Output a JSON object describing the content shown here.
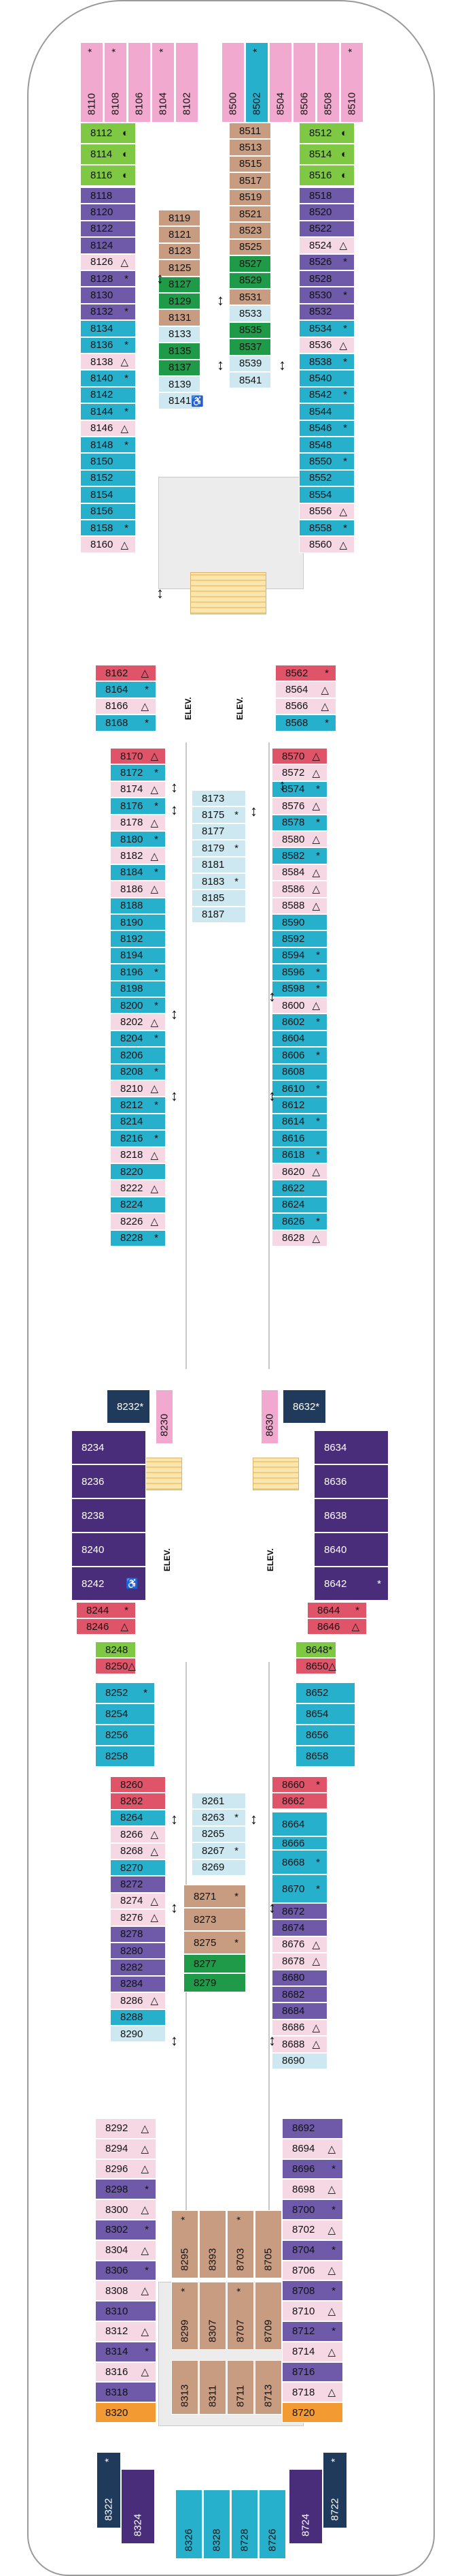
{
  "colors": {
    "pink": "#f2a9cf",
    "green": "#7ec843",
    "purple": "#6e5aa8",
    "tan": "#c89c80",
    "teal": "#27b0cc",
    "lightblue": "#cde8f0",
    "light": "#f5d8e4",
    "red": "#e0546a",
    "dkgreen": "#1f9a48",
    "navy": "#1f3a5a",
    "orange": "#f39a33",
    "dkpurple": "#4a2d7a"
  },
  "icon_names": {
    "*": "star-icon",
    "△": "triangle-icon",
    "♿": "accessible-icon",
    "◐": "connecting-icon"
  },
  "labels": {
    "elevator": "ELEV."
  },
  "cabins": [
    {
      "n": "8110",
      "c": "pink",
      "v": true,
      "m": "*"
    },
    {
      "n": "8108",
      "c": "pink",
      "v": true,
      "m": "*"
    },
    {
      "n": "8106",
      "c": "pink",
      "v": true
    },
    {
      "n": "8104",
      "c": "pink",
      "v": true,
      "m": "*"
    },
    {
      "n": "8102",
      "c": "pink",
      "v": true
    },
    {
      "n": "8500",
      "c": "pink",
      "v": true
    },
    {
      "n": "8502",
      "c": "teal",
      "v": true,
      "m": "*"
    },
    {
      "n": "8504",
      "c": "pink",
      "v": true
    },
    {
      "n": "8506",
      "c": "pink",
      "v": true
    },
    {
      "n": "8508",
      "c": "pink",
      "v": true
    },
    {
      "n": "8510",
      "c": "pink",
      "v": true,
      "m": "*"
    },
    {
      "n": "8112",
      "c": "green",
      "m": "◐"
    },
    {
      "n": "8114",
      "c": "green",
      "m": "◐"
    },
    {
      "n": "8116",
      "c": "green",
      "m": "◐"
    },
    {
      "n": "8118",
      "c": "purple"
    },
    {
      "n": "8120",
      "c": "purple"
    },
    {
      "n": "8122",
      "c": "purple"
    },
    {
      "n": "8124",
      "c": "purple"
    },
    {
      "n": "8126",
      "c": "light",
      "m": "△"
    },
    {
      "n": "8128",
      "c": "purple",
      "m": "*"
    },
    {
      "n": "8130",
      "c": "purple"
    },
    {
      "n": "8132",
      "c": "purple",
      "m": "*"
    },
    {
      "n": "8134",
      "c": "teal"
    },
    {
      "n": "8136",
      "c": "teal",
      "m": "*"
    },
    {
      "n": "8138",
      "c": "light",
      "m": "△"
    },
    {
      "n": "8140",
      "c": "teal",
      "m": "*"
    },
    {
      "n": "8142",
      "c": "teal"
    },
    {
      "n": "8144",
      "c": "teal",
      "m": "*"
    },
    {
      "n": "8146",
      "c": "light",
      "m": "△"
    },
    {
      "n": "8148",
      "c": "teal",
      "m": "*"
    },
    {
      "n": "8150",
      "c": "teal"
    },
    {
      "n": "8152",
      "c": "teal"
    },
    {
      "n": "8154",
      "c": "teal"
    },
    {
      "n": "8156",
      "c": "teal"
    },
    {
      "n": "8158",
      "c": "teal",
      "m": "*"
    },
    {
      "n": "8160",
      "c": "light",
      "m": "△"
    },
    {
      "n": "8119",
      "c": "tan"
    },
    {
      "n": "8121",
      "c": "tan"
    },
    {
      "n": "8123",
      "c": "tan"
    },
    {
      "n": "8125",
      "c": "tan"
    },
    {
      "n": "8127",
      "c": "dkgreen"
    },
    {
      "n": "8129",
      "c": "dkgreen"
    },
    {
      "n": "8131",
      "c": "tan"
    },
    {
      "n": "8133",
      "c": "lightblue"
    },
    {
      "n": "8135",
      "c": "dkgreen"
    },
    {
      "n": "8137",
      "c": "dkgreen"
    },
    {
      "n": "8139",
      "c": "lightblue"
    },
    {
      "n": "8141",
      "c": "lightblue",
      "m": "♿"
    },
    {
      "n": "8511",
      "c": "tan"
    },
    {
      "n": "8513",
      "c": "tan"
    },
    {
      "n": "8515",
      "c": "tan"
    },
    {
      "n": "8517",
      "c": "tan"
    },
    {
      "n": "8519",
      "c": "tan"
    },
    {
      "n": "8521",
      "c": "tan"
    },
    {
      "n": "8523",
      "c": "tan"
    },
    {
      "n": "8525",
      "c": "tan"
    },
    {
      "n": "8527",
      "c": "dkgreen"
    },
    {
      "n": "8529",
      "c": "dkgreen"
    },
    {
      "n": "8531",
      "c": "tan"
    },
    {
      "n": "8533",
      "c": "lightblue"
    },
    {
      "n": "8535",
      "c": "dkgreen"
    },
    {
      "n": "8537",
      "c": "dkgreen"
    },
    {
      "n": "8539",
      "c": "lightblue"
    },
    {
      "n": "8541",
      "c": "lightblue"
    },
    {
      "n": "8512",
      "c": "green",
      "m": "◐"
    },
    {
      "n": "8514",
      "c": "green",
      "m": "◐"
    },
    {
      "n": "8516",
      "c": "green",
      "m": "◐"
    },
    {
      "n": "8518",
      "c": "purple"
    },
    {
      "n": "8520",
      "c": "purple"
    },
    {
      "n": "8522",
      "c": "purple"
    },
    {
      "n": "8524",
      "c": "light",
      "m": "△"
    },
    {
      "n": "8526",
      "c": "purple",
      "m": "*"
    },
    {
      "n": "8528",
      "c": "purple"
    },
    {
      "n": "8530",
      "c": "purple",
      "m": "*"
    },
    {
      "n": "8532",
      "c": "purple"
    },
    {
      "n": "8534",
      "c": "teal",
      "m": "*"
    },
    {
      "n": "8536",
      "c": "light",
      "m": "△"
    },
    {
      "n": "8538",
      "c": "teal",
      "m": "*"
    },
    {
      "n": "8540",
      "c": "teal"
    },
    {
      "n": "8542",
      "c": "teal",
      "m": "*"
    },
    {
      "n": "8544",
      "c": "teal"
    },
    {
      "n": "8546",
      "c": "teal",
      "m": "*"
    },
    {
      "n": "8548",
      "c": "teal"
    },
    {
      "n": "8550",
      "c": "teal",
      "m": "*"
    },
    {
      "n": "8552",
      "c": "teal"
    },
    {
      "n": "8554",
      "c": "teal"
    },
    {
      "n": "8556",
      "c": "light",
      "m": "△"
    },
    {
      "n": "8558",
      "c": "teal",
      "m": "*"
    },
    {
      "n": "8560",
      "c": "light",
      "m": "△"
    },
    {
      "n": "8162",
      "c": "red",
      "m": "△"
    },
    {
      "n": "8164",
      "c": "teal",
      "m": "*"
    },
    {
      "n": "8166",
      "c": "light",
      "m": "△"
    },
    {
      "n": "8168",
      "c": "teal",
      "m": "*"
    },
    {
      "n": "8562",
      "c": "red",
      "m": "*"
    },
    {
      "n": "8564",
      "c": "light",
      "m": "△"
    },
    {
      "n": "8566",
      "c": "light",
      "m": "△"
    },
    {
      "n": "8568",
      "c": "teal",
      "m": "*"
    },
    {
      "n": "8170",
      "c": "red",
      "m": "△"
    },
    {
      "n": "8172",
      "c": "teal",
      "m": "*"
    },
    {
      "n": "8174",
      "c": "light",
      "m": "△"
    },
    {
      "n": "8176",
      "c": "teal",
      "m": "*"
    },
    {
      "n": "8178",
      "c": "light",
      "m": "△"
    },
    {
      "n": "8180",
      "c": "teal",
      "m": "*"
    },
    {
      "n": "8182",
      "c": "light",
      "m": "△"
    },
    {
      "n": "8184",
      "c": "teal",
      "m": "*"
    },
    {
      "n": "8186",
      "c": "light",
      "m": "△"
    },
    {
      "n": "8188",
      "c": "teal"
    },
    {
      "n": "8190",
      "c": "teal"
    },
    {
      "n": "8192",
      "c": "teal"
    },
    {
      "n": "8194",
      "c": "teal"
    },
    {
      "n": "8196",
      "c": "teal",
      "m": "*"
    },
    {
      "n": "8198",
      "c": "teal"
    },
    {
      "n": "8200",
      "c": "teal",
      "m": "*"
    },
    {
      "n": "8202",
      "c": "light",
      "m": "△"
    },
    {
      "n": "8204",
      "c": "teal",
      "m": "*"
    },
    {
      "n": "8206",
      "c": "teal"
    },
    {
      "n": "8208",
      "c": "teal",
      "m": "*"
    },
    {
      "n": "8210",
      "c": "light",
      "m": "△"
    },
    {
      "n": "8212",
      "c": "teal",
      "m": "*"
    },
    {
      "n": "8214",
      "c": "teal"
    },
    {
      "n": "8216",
      "c": "teal",
      "m": "*"
    },
    {
      "n": "8218",
      "c": "light",
      "m": "△"
    },
    {
      "n": "8220",
      "c": "teal"
    },
    {
      "n": "8222",
      "c": "light",
      "m": "△"
    },
    {
      "n": "8224",
      "c": "teal"
    },
    {
      "n": "8226",
      "c": "light",
      "m": "△"
    },
    {
      "n": "8228",
      "c": "teal",
      "m": "*"
    },
    {
      "n": "8173",
      "c": "lightblue"
    },
    {
      "n": "8175",
      "c": "lightblue",
      "m": "*"
    },
    {
      "n": "8177",
      "c": "lightblue"
    },
    {
      "n": "8179",
      "c": "lightblue",
      "m": "*"
    },
    {
      "n": "8181",
      "c": "lightblue"
    },
    {
      "n": "8183",
      "c": "lightblue",
      "m": "*"
    },
    {
      "n": "8185",
      "c": "lightblue"
    },
    {
      "n": "8187",
      "c": "lightblue"
    },
    {
      "n": "8570",
      "c": "red",
      "m": "△"
    },
    {
      "n": "8572",
      "c": "light",
      "m": "△"
    },
    {
      "n": "8574",
      "c": "teal",
      "m": "*"
    },
    {
      "n": "8576",
      "c": "light",
      "m": "△"
    },
    {
      "n": "8578",
      "c": "teal",
      "m": "*"
    },
    {
      "n": "8580",
      "c": "light",
      "m": "△"
    },
    {
      "n": "8582",
      "c": "teal",
      "m": "*"
    },
    {
      "n": "8584",
      "c": "light",
      "m": "△"
    },
    {
      "n": "8586",
      "c": "light",
      "m": "△"
    },
    {
      "n": "8588",
      "c": "light",
      "m": "△"
    },
    {
      "n": "8590",
      "c": "teal"
    },
    {
      "n": "8592",
      "c": "teal"
    },
    {
      "n": "8594",
      "c": "teal",
      "m": "*"
    },
    {
      "n": "8596",
      "c": "teal",
      "m": "*"
    },
    {
      "n": "8598",
      "c": "teal",
      "m": "*"
    },
    {
      "n": "8600",
      "c": "light",
      "m": "△"
    },
    {
      "n": "8602",
      "c": "teal",
      "m": "*"
    },
    {
      "n": "8604",
      "c": "teal"
    },
    {
      "n": "8606",
      "c": "teal",
      "m": "*"
    },
    {
      "n": "8608",
      "c": "teal"
    },
    {
      "n": "8610",
      "c": "teal",
      "m": "*"
    },
    {
      "n": "8612",
      "c": "teal"
    },
    {
      "n": "8614",
      "c": "teal",
      "m": "*"
    },
    {
      "n": "8616",
      "c": "teal"
    },
    {
      "n": "8618",
      "c": "teal",
      "m": "*"
    },
    {
      "n": "8620",
      "c": "light",
      "m": "△"
    },
    {
      "n": "8622",
      "c": "teal"
    },
    {
      "n": "8624",
      "c": "teal"
    },
    {
      "n": "8626",
      "c": "teal",
      "m": "*"
    },
    {
      "n": "8628",
      "c": "light",
      "m": "△"
    },
    {
      "n": "8232",
      "c": "navy",
      "m": "*",
      "light": true
    },
    {
      "n": "8230",
      "c": "pink",
      "v": true
    },
    {
      "n": "8630",
      "c": "pink",
      "v": true
    },
    {
      "n": "8632",
      "c": "navy",
      "m": "*",
      "light": true
    },
    {
      "n": "8234",
      "c": "dkpurple",
      "light": true
    },
    {
      "n": "8236",
      "c": "dkpurple",
      "light": true
    },
    {
      "n": "8238",
      "c": "dkpurple",
      "light": true
    },
    {
      "n": "8240",
      "c": "dkpurple",
      "light": true
    },
    {
      "n": "8242",
      "c": "dkpurple",
      "m": "♿",
      "light": true
    },
    {
      "n": "8634",
      "c": "dkpurple",
      "light": true
    },
    {
      "n": "8636",
      "c": "dkpurple",
      "light": true
    },
    {
      "n": "8638",
      "c": "dkpurple",
      "light": true
    },
    {
      "n": "8640",
      "c": "dkpurple",
      "light": true
    },
    {
      "n": "8642",
      "c": "dkpurple",
      "m": "*",
      "light": true
    },
    {
      "n": "8244",
      "c": "red",
      "m": "*"
    },
    {
      "n": "8246",
      "c": "red",
      "m": "△"
    },
    {
      "n": "8248",
      "c": "green"
    },
    {
      "n": "8250",
      "c": "red",
      "m": "△"
    },
    {
      "n": "8644",
      "c": "red",
      "m": "*"
    },
    {
      "n": "8646",
      "c": "red",
      "m": "△"
    },
    {
      "n": "8648",
      "c": "green",
      "m": "*"
    },
    {
      "n": "8650",
      "c": "red",
      "m": "△"
    },
    {
      "n": "8252",
      "c": "teal",
      "m": "*"
    },
    {
      "n": "8254",
      "c": "teal"
    },
    {
      "n": "8256",
      "c": "teal"
    },
    {
      "n": "8258",
      "c": "teal"
    },
    {
      "n": "8652",
      "c": "teal"
    },
    {
      "n": "8654",
      "c": "teal"
    },
    {
      "n": "8656",
      "c": "teal"
    },
    {
      "n": "8658",
      "c": "teal"
    },
    {
      "n": "8260",
      "c": "red"
    },
    {
      "n": "8262",
      "c": "red"
    },
    {
      "n": "8264",
      "c": "teal"
    },
    {
      "n": "8266",
      "c": "light",
      "m": "△"
    },
    {
      "n": "8268",
      "c": "light",
      "m": "△"
    },
    {
      "n": "8270",
      "c": "teal"
    },
    {
      "n": "8272",
      "c": "purple"
    },
    {
      "n": "8274",
      "c": "light",
      "m": "△"
    },
    {
      "n": "8276",
      "c": "light",
      "m": "△"
    },
    {
      "n": "8278",
      "c": "purple"
    },
    {
      "n": "8280",
      "c": "purple"
    },
    {
      "n": "8282",
      "c": "purple"
    },
    {
      "n": "8284",
      "c": "purple"
    },
    {
      "n": "8286",
      "c": "light",
      "m": "△"
    },
    {
      "n": "8288",
      "c": "teal"
    },
    {
      "n": "8290",
      "c": "lightblue"
    },
    {
      "n": "8261",
      "c": "lightblue"
    },
    {
      "n": "8263",
      "c": "lightblue",
      "m": "*"
    },
    {
      "n": "8265",
      "c": "lightblue"
    },
    {
      "n": "8267",
      "c": "lightblue",
      "m": "*"
    },
    {
      "n": "8269",
      "c": "lightblue"
    },
    {
      "n": "8271",
      "c": "tan",
      "m": "*"
    },
    {
      "n": "8273",
      "c": "tan"
    },
    {
      "n": "8275",
      "c": "tan",
      "m": "*"
    },
    {
      "n": "8277",
      "c": "dkgreen"
    },
    {
      "n": "8279",
      "c": "dkgreen"
    },
    {
      "n": "8660",
      "c": "red",
      "m": "*"
    },
    {
      "n": "8662",
      "c": "red"
    },
    {
      "n": "8664",
      "c": "teal"
    },
    {
      "n": "8666",
      "c": "teal"
    },
    {
      "n": "8668",
      "c": "teal",
      "m": "*"
    },
    {
      "n": "8670",
      "c": "teal",
      "m": "*"
    },
    {
      "n": "8672",
      "c": "purple"
    },
    {
      "n": "8674",
      "c": "purple"
    },
    {
      "n": "8676",
      "c": "light",
      "m": "△"
    },
    {
      "n": "8678",
      "c": "light",
      "m": "△"
    },
    {
      "n": "8680",
      "c": "purple"
    },
    {
      "n": "8682",
      "c": "purple"
    },
    {
      "n": "8684",
      "c": "purple"
    },
    {
      "n": "8686",
      "c": "light",
      "m": "△"
    },
    {
      "n": "8688",
      "c": "light",
      "m": "△"
    },
    {
      "n": "8690",
      "c": "lightblue"
    },
    {
      "n": "8292",
      "c": "light",
      "m": "△"
    },
    {
      "n": "8294",
      "c": "light",
      "m": "△"
    },
    {
      "n": "8296",
      "c": "light",
      "m": "△"
    },
    {
      "n": "8298",
      "c": "purple",
      "m": "*"
    },
    {
      "n": "8300",
      "c": "light",
      "m": "△"
    },
    {
      "n": "8302",
      "c": "purple",
      "m": "*"
    },
    {
      "n": "8304",
      "c": "light",
      "m": "△"
    },
    {
      "n": "8306",
      "c": "purple",
      "m": "*"
    },
    {
      "n": "8308",
      "c": "light",
      "m": "△"
    },
    {
      "n": "8310",
      "c": "purple"
    },
    {
      "n": "8312",
      "c": "light",
      "m": "△"
    },
    {
      "n": "8314",
      "c": "purple",
      "m": "*"
    },
    {
      "n": "8316",
      "c": "light",
      "m": "△"
    },
    {
      "n": "8318",
      "c": "purple"
    },
    {
      "n": "8320",
      "c": "orange"
    },
    {
      "n": "8692",
      "c": "purple"
    },
    {
      "n": "8694",
      "c": "light",
      "m": "△"
    },
    {
      "n": "8696",
      "c": "purple",
      "m": "*"
    },
    {
      "n": "8698",
      "c": "light",
      "m": "△"
    },
    {
      "n": "8700",
      "c": "purple",
      "m": "*"
    },
    {
      "n": "8702",
      "c": "light",
      "m": "△"
    },
    {
      "n": "8704",
      "c": "purple",
      "m": "*"
    },
    {
      "n": "8706",
      "c": "light",
      "m": "△"
    },
    {
      "n": "8708",
      "c": "purple",
      "m": "*"
    },
    {
      "n": "8710",
      "c": "light",
      "m": "△"
    },
    {
      "n": "8712",
      "c": "purple",
      "m": "*"
    },
    {
      "n": "8714",
      "c": "light",
      "m": "△"
    },
    {
      "n": "8716",
      "c": "purple"
    },
    {
      "n": "8718",
      "c": "light",
      "m": "△"
    },
    {
      "n": "8720",
      "c": "orange"
    },
    {
      "n": "8295",
      "c": "tan",
      "v": true,
      "m": "*"
    },
    {
      "n": "8393",
      "c": "tan",
      "v": true
    },
    {
      "n": "8703",
      "c": "tan",
      "v": true,
      "m": "*"
    },
    {
      "n": "8705",
      "c": "tan",
      "v": true
    },
    {
      "n": "8299",
      "c": "tan",
      "v": true,
      "m": "*"
    },
    {
      "n": "8307",
      "c": "tan",
      "v": true
    },
    {
      "n": "8707",
      "c": "tan",
      "v": true,
      "m": "*"
    },
    {
      "n": "8709",
      "c": "tan",
      "v": true
    },
    {
      "n": "8313",
      "c": "tan",
      "v": true
    },
    {
      "n": "8311",
      "c": "tan",
      "v": true
    },
    {
      "n": "8711",
      "c": "tan",
      "v": true
    },
    {
      "n": "8713",
      "c": "tan",
      "v": true
    },
    {
      "n": "8322",
      "c": "navy",
      "v": true,
      "m": "*",
      "light": true
    },
    {
      "n": "8324",
      "c": "dkpurple",
      "v": true,
      "light": true
    },
    {
      "n": "8326",
      "c": "teal",
      "v": true
    },
    {
      "n": "8328",
      "c": "teal",
      "v": true
    },
    {
      "n": "8728",
      "c": "teal",
      "v": true
    },
    {
      "n": "8726",
      "c": "teal",
      "v": true
    },
    {
      "n": "8724",
      "c": "dkpurple",
      "v": true,
      "light": true
    },
    {
      "n": "8722",
      "c": "navy",
      "v": true,
      "m": "*",
      "light": true
    }
  ]
}
